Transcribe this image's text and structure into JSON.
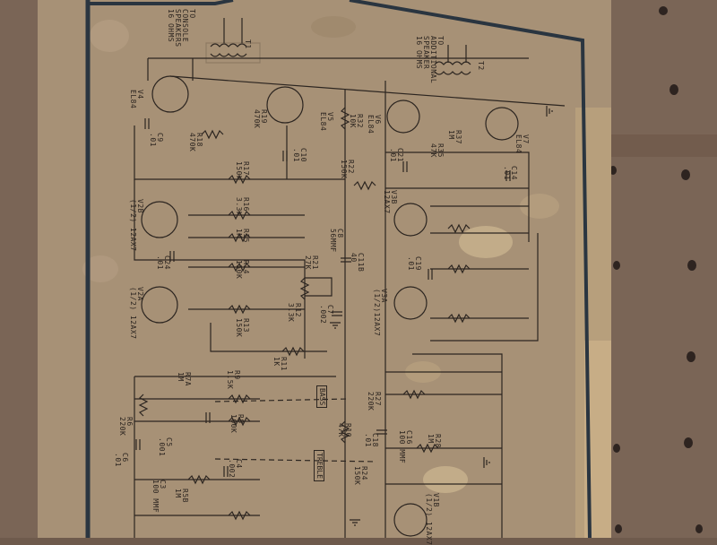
{
  "labels": {
    "to_console": "TO\nCONSOLE\nSPEAKERS\n16 OHMS",
    "to_additional": "TO\nADDITIONAL\nSPEAKER\n16 OHMS",
    "v4": "V4\nEL84",
    "v5": "V5\nEL84",
    "v6": "V6\nEL84",
    "v7": "V7\nEL84",
    "v2b": "V2B\n(1/2) 12AX7",
    "v2a": "V2A\n(1/2) 12AX7",
    "v3a": "V3A\n(1/2)12AX7",
    "v1b": "V1B\n(1/2) 12AX7",
    "v3b": "V3B\n12AX7",
    "r18": "R18\n470K",
    "r19": "R19\n470K",
    "r17": "R17\n150K",
    "r16": "R16\n3.3K",
    "r15": "R15\n1M",
    "r14": "R14\n150K",
    "r13": "R13\n150K",
    "r12": "R12\n3.3K",
    "r11": "R11\n1K",
    "r21": "R21\n27K",
    "r22": "R22\n150K",
    "r32": "R32\n10K",
    "r6": "R6\n220K",
    "r7a": "R7A\n1M",
    "r9": "R9\n1.5K",
    "r8": "R8\n100K",
    "r10": "R10\n47K",
    "r27": "R27\n220K",
    "r28": "R28\n1M",
    "r35": "R35\n47K",
    "r37": "R37\n1M",
    "c9": "C9\n.01",
    "c10": "C10\n.01",
    "c8": "C8\n56MMF",
    "c11b": "C11B\n40",
    "c7": "C7\n.002",
    "c24": "C24\n.01",
    "c5": "C5\n.001",
    "c6": "C6\n.01",
    "c3": "C3\n100 MMF",
    "c4": "C4\n.002",
    "c16": "C16\n100 MMF",
    "c18": "C18\n.01",
    "c19": "C19\n.01",
    "c21": "C21\n.01",
    "c14": "C14\n.01",
    "r5b": "R5B\n1M",
    "bass": "BASS",
    "treble": "TREBLE",
    "t1": "T1",
    "t2": "T2",
    "r24": "R24\n150K"
  },
  "colors": {
    "pegboard": "#7a6556",
    "paper": "#a79176",
    "border": "#2a3540",
    "ink": "#2c2520",
    "stain": "#c9b38f"
  }
}
